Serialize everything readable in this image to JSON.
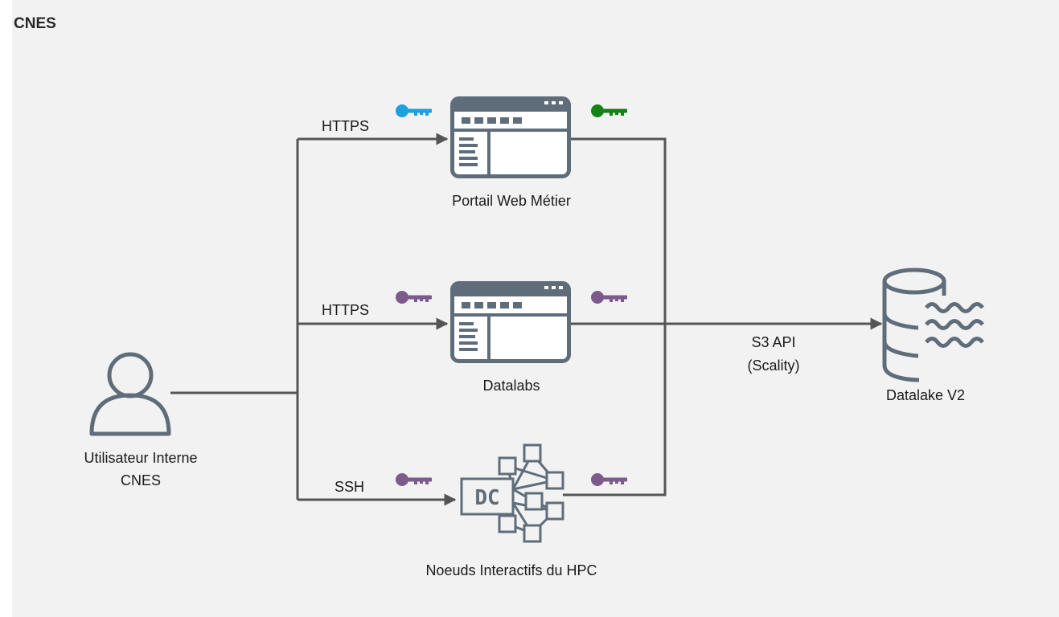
{
  "diagram": {
    "title": "CNES",
    "nodes": {
      "user": {
        "label_line1": "Utilisateur Interne",
        "label_line2": "CNES",
        "icon": "user-icon"
      },
      "portal": {
        "label": "Portail Web Métier",
        "icon": "browser-window-icon"
      },
      "datalabs": {
        "label": "Datalabs",
        "icon": "browser-window-icon"
      },
      "hpc": {
        "label": "Noeuds Interactifs du HPC",
        "icon": "datacenter-network-icon",
        "badge": "DC"
      },
      "datalake": {
        "label": "Datalake V2",
        "icon": "data-lake-icon"
      }
    },
    "edges": {
      "portal_protocol": "HTTPS",
      "datalabs_protocol": "HTTPS",
      "hpc_protocol": "SSH",
      "datalake_protocol_line1": "S3 API",
      "datalake_protocol_line2": "(Scality)"
    },
    "colors": {
      "background": "#f2f2f2",
      "icon": "#5f6d7b",
      "edge": "#555555",
      "key_blue": "#1e9fe0",
      "key_green": "#148214",
      "key_purple": "#7c5a8c"
    }
  }
}
